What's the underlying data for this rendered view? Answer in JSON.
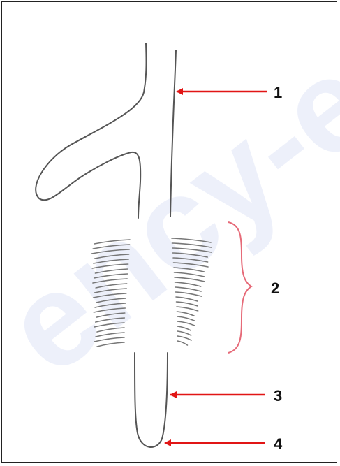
{
  "diagram": {
    "labels": {
      "label_1": "1",
      "label_2": "2",
      "label_3": "3",
      "label_4": "4"
    },
    "watermark_text": "ency-ed",
    "colors": {
      "outline": "#555555",
      "root_hair": "#777777",
      "arrow": "#e11515",
      "brace": "#e66a78",
      "frame": "#222222",
      "watermark": "#2a52c9"
    }
  }
}
